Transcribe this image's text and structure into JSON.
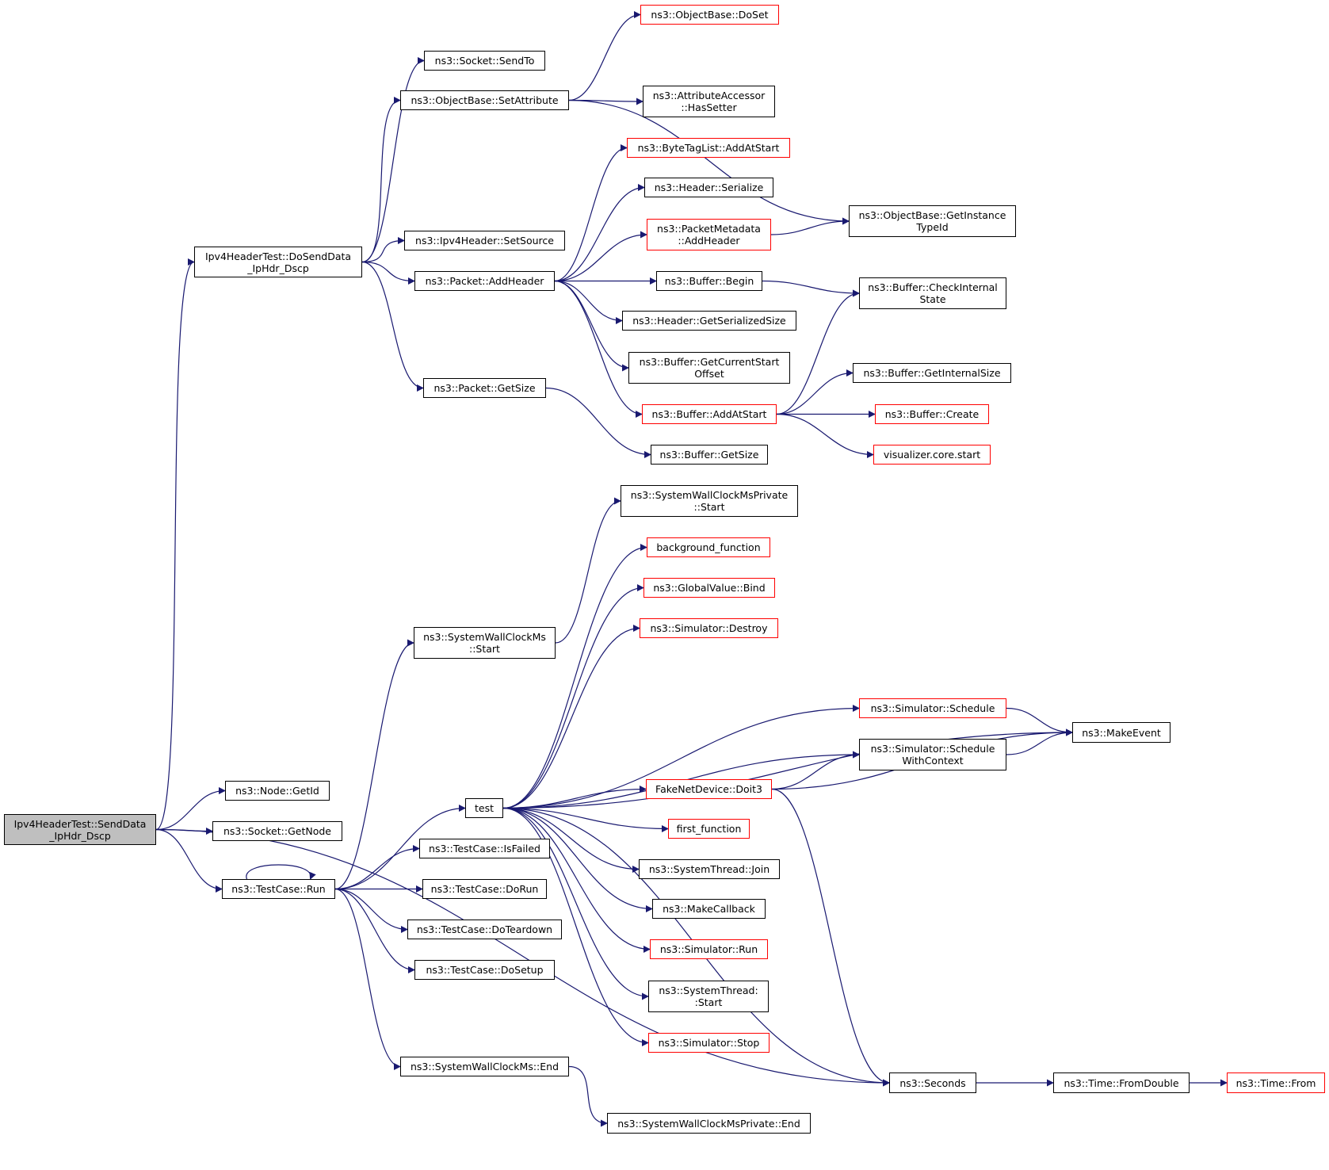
{
  "colors": {
    "edge": "#191970",
    "node_border": "#000000",
    "node_border_incomplete": "#ff0000",
    "root_fill": "#bfbfbf"
  },
  "nodes": {
    "root": "Ipv4HeaderTest::SendData\n_IpHdr_Dscp",
    "dosend": "Ipv4HeaderTest::DoSendData\n_IpHdr_Dscp",
    "getid": "ns3::Node::GetId",
    "getnode": "ns3::Socket::GetNode",
    "tcrun": "ns3::TestCase::Run",
    "sendto": "ns3::Socket::SendTo",
    "setattr": "ns3::ObjectBase::SetAttribute",
    "setsource": "ns3::Ipv4Header::SetSource",
    "addheader": "ns3::Packet::AddHeader",
    "getsize": "ns3::Packet::GetSize",
    "doset": "ns3::ObjectBase::DoSet",
    "hassetter": "ns3::AttributeAccessor\n::HasSetter",
    "bytetag": "ns3::ByteTagList::AddAtStart",
    "hdrser": "ns3::Header::Serialize",
    "pmadd": "ns3::PacketMetadata\n::AddHeader",
    "bufbegin": "ns3::Buffer::Begin",
    "hdrsize": "ns3::Header::GetSerializedSize",
    "bufcur": "ns3::Buffer::GetCurrentStart\nOffset",
    "bufadd": "ns3::Buffer::AddAtStart",
    "bufgetsize": "ns3::Buffer::GetSize",
    "getinst": "ns3::ObjectBase::GetInstance\nTypeId",
    "checkint": "ns3::Buffer::CheckInternal\nState",
    "getint": "ns3::Buffer::GetInternalSize",
    "bufcreate": "ns3::Buffer::Create",
    "vizstart": "visualizer.core.start",
    "swcstart": "ns3::SystemWallClockMs\n::Start",
    "swcpstart": "ns3::SystemWallClockMsPrivate\n::Start",
    "test": "test",
    "bgfunc": "background_function",
    "gvbind": "ns3::GlobalValue::Bind",
    "simdestroy": "ns3::Simulator::Destroy",
    "simsched": "ns3::Simulator::Schedule",
    "simschedctx": "ns3::Simulator::Schedule\nWithContext",
    "makeevent": "ns3::MakeEvent",
    "doit3": "FakeNetDevice::Doit3",
    "firstfn": "first_function",
    "stjoin": "ns3::SystemThread::Join",
    "makecb": "ns3::MakeCallback",
    "simrun": "ns3::Simulator::Run",
    "ststart": "ns3::SystemThread:\n:Start",
    "simstop": "ns3::Simulator::Stop",
    "isfailed": "ns3::TestCase::IsFailed",
    "dorun": "ns3::TestCase::DoRun",
    "doteardown": "ns3::TestCase::DoTeardown",
    "dosetup": "ns3::TestCase::DoSetup",
    "swcend": "ns3::SystemWallClockMs::End",
    "swcpend": "ns3::SystemWallClockMsPrivate::End",
    "seconds": "ns3::Seconds",
    "fromdouble": "ns3::Time::FromDouble",
    "timefrom": "ns3::Time::From"
  },
  "incomplete_nodes": [
    "doset",
    "bytetag",
    "pmadd",
    "bufadd",
    "bufcreate",
    "vizstart",
    "bgfunc",
    "gvbind",
    "simdestroy",
    "simsched",
    "doit3",
    "firstfn",
    "simrun",
    "simstop",
    "timefrom"
  ],
  "edges": [
    [
      "root",
      "dosend"
    ],
    [
      "root",
      "getid"
    ],
    [
      "root",
      "getnode"
    ],
    [
      "root",
      "tcrun"
    ],
    [
      "root",
      "seconds"
    ],
    [
      "dosend",
      "sendto"
    ],
    [
      "dosend",
      "setattr"
    ],
    [
      "dosend",
      "setsource"
    ],
    [
      "dosend",
      "addheader"
    ],
    [
      "dosend",
      "getsize"
    ],
    [
      "setattr",
      "doset"
    ],
    [
      "setattr",
      "hassetter"
    ],
    [
      "setattr",
      "getinst"
    ],
    [
      "addheader",
      "bytetag"
    ],
    [
      "addheader",
      "hdrser"
    ],
    [
      "addheader",
      "pmadd"
    ],
    [
      "addheader",
      "bufbegin"
    ],
    [
      "addheader",
      "hdrsize"
    ],
    [
      "addheader",
      "bufcur"
    ],
    [
      "addheader",
      "bufadd"
    ],
    [
      "pmadd",
      "getinst"
    ],
    [
      "bufbegin",
      "checkint"
    ],
    [
      "bufadd",
      "checkint"
    ],
    [
      "bufadd",
      "getint"
    ],
    [
      "bufadd",
      "bufcreate"
    ],
    [
      "bufadd",
      "vizstart"
    ],
    [
      "getsize",
      "bufgetsize"
    ],
    [
      "tcrun",
      "tcrun"
    ],
    [
      "tcrun",
      "swcstart"
    ],
    [
      "tcrun",
      "test"
    ],
    [
      "tcrun",
      "isfailed"
    ],
    [
      "tcrun",
      "dorun"
    ],
    [
      "tcrun",
      "doteardown"
    ],
    [
      "tcrun",
      "dosetup"
    ],
    [
      "tcrun",
      "swcend"
    ],
    [
      "swcstart",
      "swcpstart"
    ],
    [
      "test",
      "bgfunc"
    ],
    [
      "test",
      "gvbind"
    ],
    [
      "test",
      "simdestroy"
    ],
    [
      "test",
      "makeevent"
    ],
    [
      "test",
      "simsched"
    ],
    [
      "test",
      "simschedctx"
    ],
    [
      "test",
      "doit3"
    ],
    [
      "test",
      "firstfn"
    ],
    [
      "test",
      "stjoin"
    ],
    [
      "test",
      "makecb"
    ],
    [
      "test",
      "simrun"
    ],
    [
      "test",
      "ststart"
    ],
    [
      "test",
      "simstop"
    ],
    [
      "test",
      "seconds"
    ],
    [
      "simsched",
      "makeevent"
    ],
    [
      "simschedctx",
      "makeevent"
    ],
    [
      "doit3",
      "simschedctx"
    ],
    [
      "doit3",
      "makeevent"
    ],
    [
      "doit3",
      "seconds"
    ],
    [
      "swcend",
      "swcpend"
    ],
    [
      "seconds",
      "fromdouble"
    ],
    [
      "fromdouble",
      "timefrom"
    ]
  ]
}
